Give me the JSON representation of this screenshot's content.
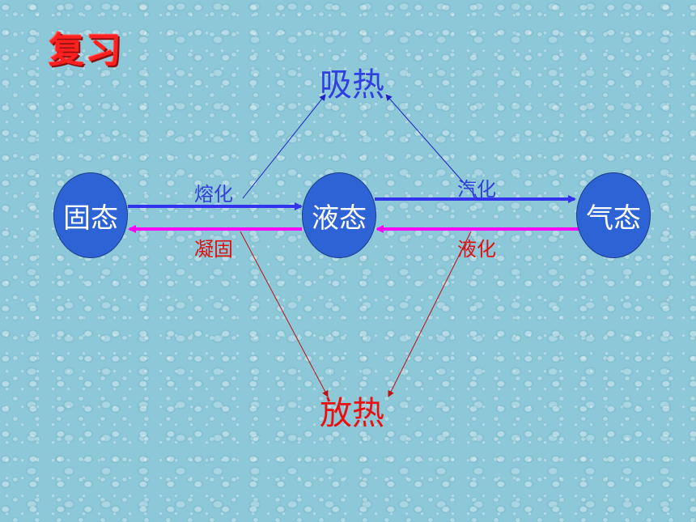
{
  "title": "复习",
  "states": {
    "solid": "固态",
    "liquid": "液态",
    "gas": "气态"
  },
  "heat": {
    "absorb": "吸热",
    "release": "放热"
  },
  "processes": {
    "melting": "熔化",
    "solidification": "凝固",
    "vaporization": "汽化",
    "liquefaction": "液化"
  },
  "colors": {
    "background": "#8cc8d8",
    "state_fill": "#2e63d6",
    "forward_arrow": "#3333ee",
    "backward_arrow": "#ff00ff",
    "absorb": "#2f3fe0",
    "release": "#e81010"
  }
}
